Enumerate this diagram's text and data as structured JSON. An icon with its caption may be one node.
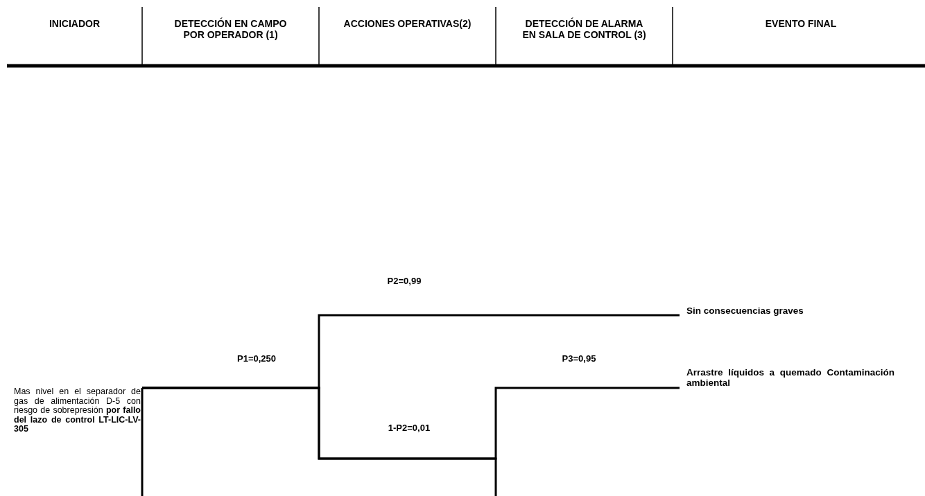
{
  "diagram": {
    "nodes": [
      {
        "text": [
          "Mas nivel en el separador de gas de alimentación D-5 con riesgo de sobrepresión **por fallo del lazo de control LT-LIC-LV-305**"
        ]
      },
      {
        "text": [
          "Sin consecuencias graves"
        ]
      },
      {
        "text": [
          "Arrastre líquidos a quemado Contaminación ambiental"
        ]
      }
    ],
    "edges": [
      {
        "from": 0,
        "to": 1,
        "arrow": "none",
        "label": "P2=0,99"
      },
      {
        "from": 0,
        "to": 2,
        "arrow": "none",
        "label": "P3=0,95"
      },
      {
        "from": 0,
        "to": null,
        "arrow": "none"
      },
      {
        "from": 0,
        "to": null,
        "arrow": "none"
      }
    ],
    "labels": [
      "INICIADOR",
      "DETECCIÓN EN CAMPO POR OPERADOR (1)",
      "ACCIONES OPERATIVAS(2)",
      "DETECCIÓN DE ALARMA EN SALA DE CONTROL (3)",
      "EVENTO FINAL",
      "P1=0,250",
      "1-P2=0,01"
    ]
  }
}
